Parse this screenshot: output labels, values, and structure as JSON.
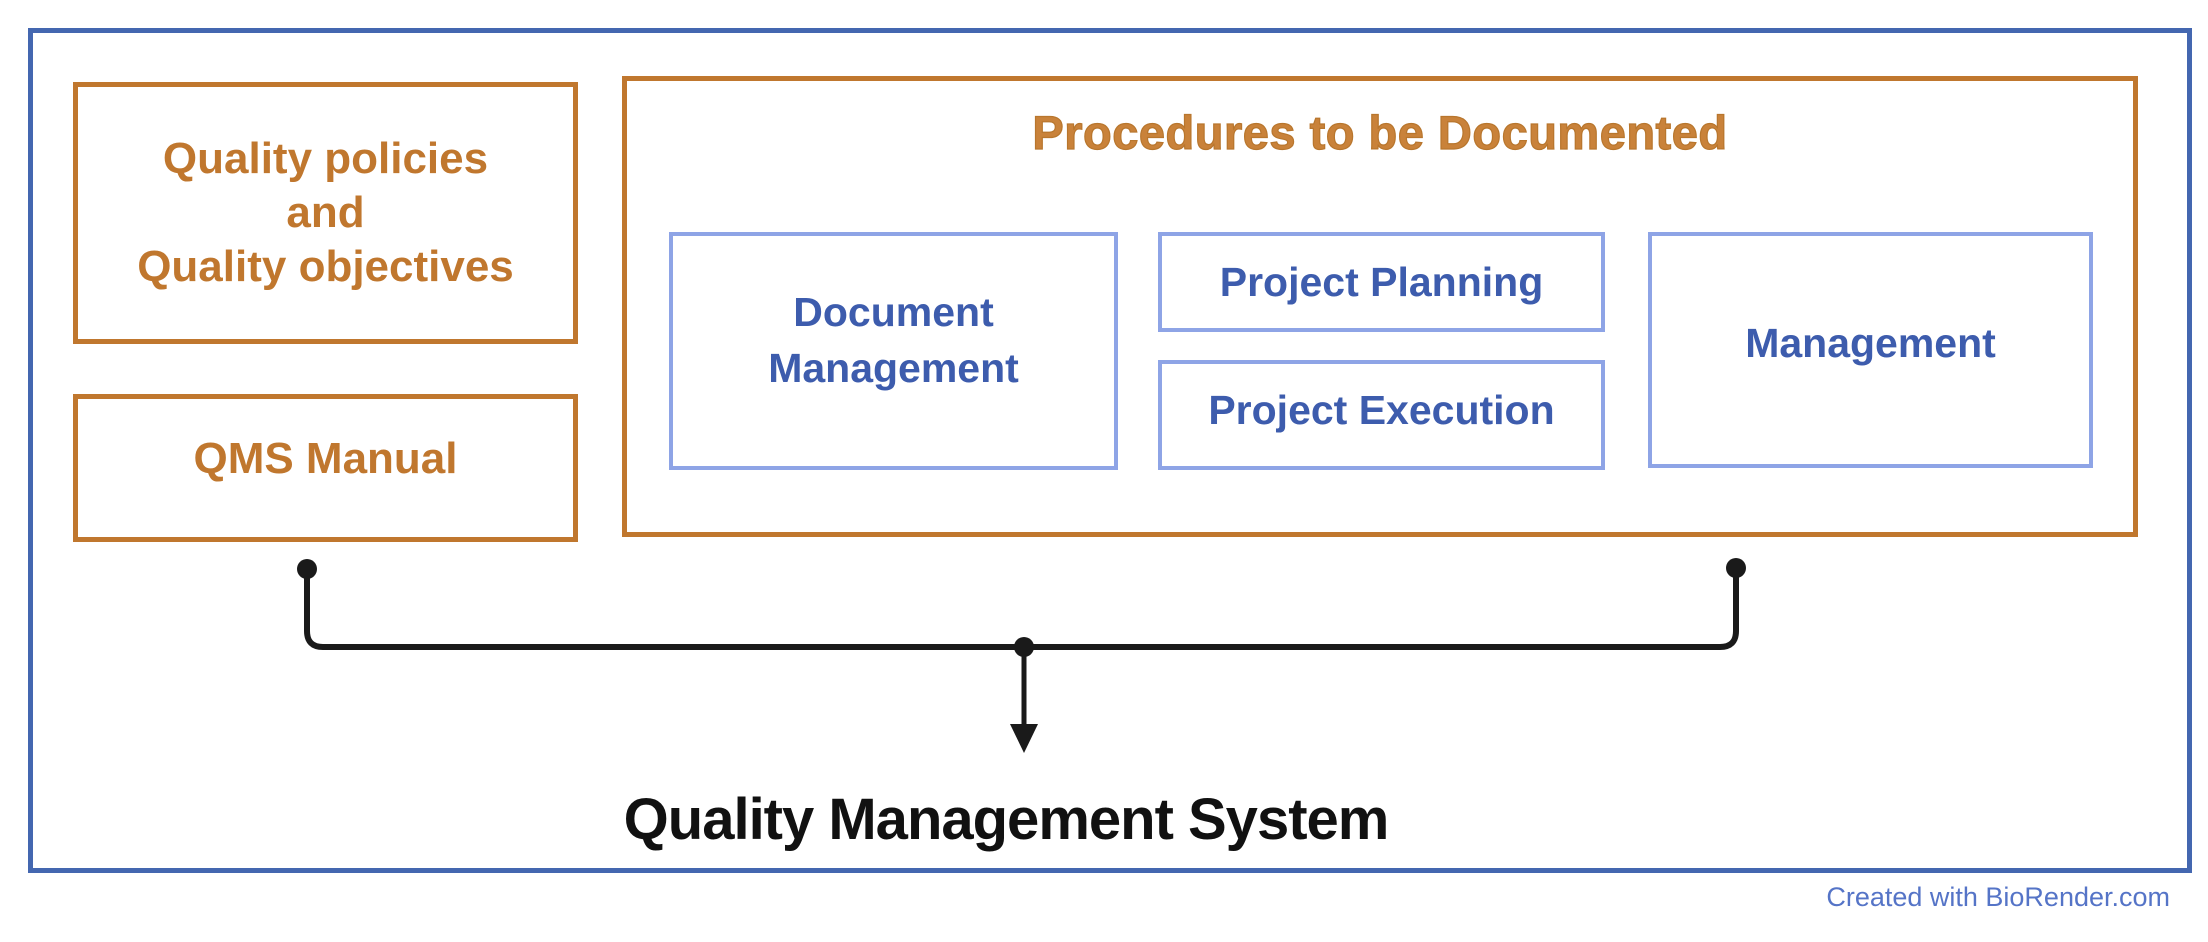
{
  "diagram": {
    "quality_policies_box": {
      "lines": [
        "Quality policies",
        "and",
        "Quality objectives"
      ]
    },
    "qms_manual_box": {
      "label": "QMS Manual"
    },
    "procedures_box": {
      "title": "Procedures to be Documented",
      "items": [
        {
          "label": "Document Management"
        },
        {
          "label": "Project Planning"
        },
        {
          "label": "Project Execution"
        },
        {
          "label": "Management"
        }
      ]
    },
    "result_label": "Quality Management System",
    "credit": "Created with BioRender.com",
    "colors": {
      "orange": "#C0772E",
      "orange_title_fill": "#C9823A",
      "orange_title_stroke": "#B8762D",
      "outer_border_blue": "#4467B0",
      "inner_border_blue": "#8EA4E6",
      "blue_text": "#3D5CAD",
      "credit_blue": "#5574C7",
      "connector_black": "#1A1A1A"
    }
  }
}
